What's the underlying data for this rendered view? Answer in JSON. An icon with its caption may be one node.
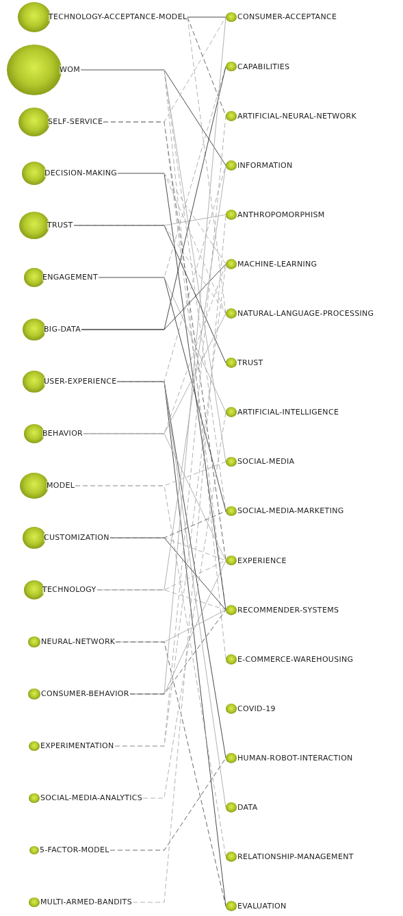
{
  "diagram": {
    "nodes": [
      {
        "text": [
          "TECHNOLOGY-ACCEPTANCE-MODEL"
        ]
      },
      {
        "text": [
          "WOM"
        ]
      },
      {
        "text": [
          "SELF-SERVICE"
        ]
      },
      {
        "text": [
          "DECISION-MAKING"
        ]
      },
      {
        "text": [
          "TRUST"
        ]
      },
      {
        "text": [
          "ENGAGEMENT"
        ]
      },
      {
        "text": [
          "BIG-DATA"
        ]
      },
      {
        "text": [
          "USER-EXPERIENCE"
        ]
      },
      {
        "text": [
          "BEHAVIOR"
        ]
      },
      {
        "text": [
          "MODEL"
        ]
      },
      {
        "text": [
          "CUSTOMIZATION"
        ]
      },
      {
        "text": [
          "TECHNOLOGY"
        ]
      },
      {
        "text": [
          "NEURAL-NETWORK"
        ]
      },
      {
        "text": [
          "CONSUMER-BEHAVIOR"
        ]
      },
      {
        "text": [
          "EXPERIMENTATION"
        ]
      },
      {
        "text": [
          "SOCIAL-MEDIA-ANALYTICS"
        ]
      },
      {
        "text": [
          "5-FACTOR-MODEL"
        ]
      },
      {
        "text": [
          "MULTI-ARMED-BANDITS"
        ]
      },
      {
        "text": [
          "CONSUMER-ACCEPTANCE"
        ]
      },
      {
        "text": [
          "CAPABILITIES"
        ]
      },
      {
        "text": [
          "ARTIFICIAL-NEURAL-NETWORK"
        ]
      },
      {
        "text": [
          "INFORMATION"
        ]
      },
      {
        "text": [
          "ANTHROPOMORPHISM"
        ]
      },
      {
        "text": [
          "MACHINE-LEARNING"
        ]
      },
      {
        "text": [
          "NATURAL-LANGUAGE-PROCESSING"
        ]
      },
      {
        "text": [
          "TRUST"
        ]
      },
      {
        "text": [
          "ARTIFICIAL-INTELLIGENCE"
        ]
      },
      {
        "text": [
          "SOCIAL-MEDIA"
        ]
      },
      {
        "text": [
          "SOCIAL-MEDIA-MARKETING"
        ]
      },
      {
        "text": [
          "EXPERIENCE"
        ]
      },
      {
        "text": [
          "RECOMMENDER-SYSTEMS"
        ]
      },
      {
        "text": [
          "E-COMMERCE-WAREHOUSING"
        ]
      },
      {
        "text": [
          "COVID-19"
        ]
      },
      {
        "text": [
          "HUMAN-ROBOT-INTERACTION"
        ]
      },
      {
        "text": [
          "DATA"
        ]
      },
      {
        "text": [
          "RELATIONSHIP-MANAGEMENT"
        ]
      },
      {
        "text": [
          "EVALUATION"
        ]
      }
    ],
    "edges": [
      {
        "from": 0,
        "to": 18,
        "arrow": "none",
        "color": "#333333"
      },
      {
        "from": 0,
        "to": 20,
        "arrow": "none",
        "style": "dashed",
        "color": "#555555"
      },
      {
        "from": 0,
        "to": 24,
        "arrow": "none",
        "style": "dashed"
      },
      {
        "from": 1,
        "to": 21,
        "arrow": "none",
        "color": "#333333"
      },
      {
        "from": 1,
        "to": 27,
        "arrow": "none"
      },
      {
        "from": 1,
        "to": 28,
        "arrow": "none",
        "style": "dashed"
      },
      {
        "from": 1,
        "to": 31,
        "arrow": "none",
        "style": "dashed"
      },
      {
        "from": 2,
        "to": 18,
        "arrow": "none",
        "style": "dashed"
      },
      {
        "from": 2,
        "to": 29,
        "arrow": "none",
        "style": "dashed",
        "color": "#555555"
      },
      {
        "from": 2,
        "to": 30,
        "arrow": "none",
        "style": "dashed"
      },
      {
        "from": 3,
        "to": 30,
        "arrow": "none",
        "color": "#333333"
      },
      {
        "from": 3,
        "to": 23,
        "arrow": "none",
        "style": "dashed"
      },
      {
        "from": 3,
        "to": 24,
        "arrow": "none",
        "style": "dashed"
      },
      {
        "from": 4,
        "to": 22,
        "arrow": "none"
      },
      {
        "from": 4,
        "to": 25,
        "arrow": "none",
        "color": "#333333"
      },
      {
        "from": 4,
        "to": 24,
        "arrow": "none",
        "style": "dashed"
      },
      {
        "from": 5,
        "to": 28,
        "arrow": "none",
        "color": "#333333"
      },
      {
        "from": 5,
        "to": 26,
        "arrow": "none"
      },
      {
        "from": 5,
        "to": 19,
        "arrow": "none",
        "style": "dashed"
      },
      {
        "from": 6,
        "to": 19,
        "arrow": "none",
        "color": "#333333"
      },
      {
        "from": 6,
        "to": 23,
        "arrow": "none",
        "color": "#333333"
      },
      {
        "from": 7,
        "to": 33,
        "arrow": "none",
        "color": "#333333"
      },
      {
        "from": 7,
        "to": 36,
        "arrow": "none",
        "color": "#333333"
      },
      {
        "from": 7,
        "to": 34,
        "arrow": "none"
      },
      {
        "from": 7,
        "to": 21,
        "arrow": "none",
        "style": "dashed"
      },
      {
        "from": 8,
        "to": 29,
        "arrow": "none"
      },
      {
        "from": 8,
        "to": 24,
        "arrow": "none"
      },
      {
        "from": 8,
        "to": 23,
        "arrow": "none",
        "style": "dashed"
      },
      {
        "from": 9,
        "to": 35,
        "arrow": "none",
        "style": "dashed"
      },
      {
        "from": 9,
        "to": 27,
        "arrow": "none",
        "style": "dashed"
      },
      {
        "from": 10,
        "to": 30,
        "arrow": "none",
        "color": "#333333"
      },
      {
        "from": 10,
        "to": 28,
        "arrow": "none",
        "style": "dashed",
        "color": "#555555"
      },
      {
        "from": 10,
        "to": 29,
        "arrow": "none",
        "style": "dashed"
      },
      {
        "from": 11,
        "to": 30,
        "arrow": "none",
        "style": "dashed"
      },
      {
        "from": 11,
        "to": 29,
        "arrow": "none",
        "style": "dashed"
      },
      {
        "from": 11,
        "to": 21,
        "arrow": "none"
      },
      {
        "from": 12,
        "to": 30,
        "arrow": "none"
      },
      {
        "from": 12,
        "to": 36,
        "arrow": "none",
        "style": "dashed",
        "color": "#555555"
      },
      {
        "from": 13,
        "to": 29,
        "arrow": "none"
      },
      {
        "from": 13,
        "to": 18,
        "arrow": "none"
      },
      {
        "from": 13,
        "to": 30,
        "arrow": "none",
        "style": "dashed",
        "color": "#555555"
      },
      {
        "from": 14,
        "to": 20,
        "arrow": "none",
        "style": "dashed"
      },
      {
        "from": 14,
        "to": 23,
        "arrow": "none",
        "style": "dashed"
      },
      {
        "from": 15,
        "to": 26,
        "arrow": "none",
        "style": "dashed"
      },
      {
        "from": 16,
        "to": 33,
        "arrow": "none",
        "style": "dashed",
        "color": "#555555"
      },
      {
        "from": 17,
        "to": 22,
        "arrow": "none",
        "style": "dashed"
      }
    ]
  }
}
